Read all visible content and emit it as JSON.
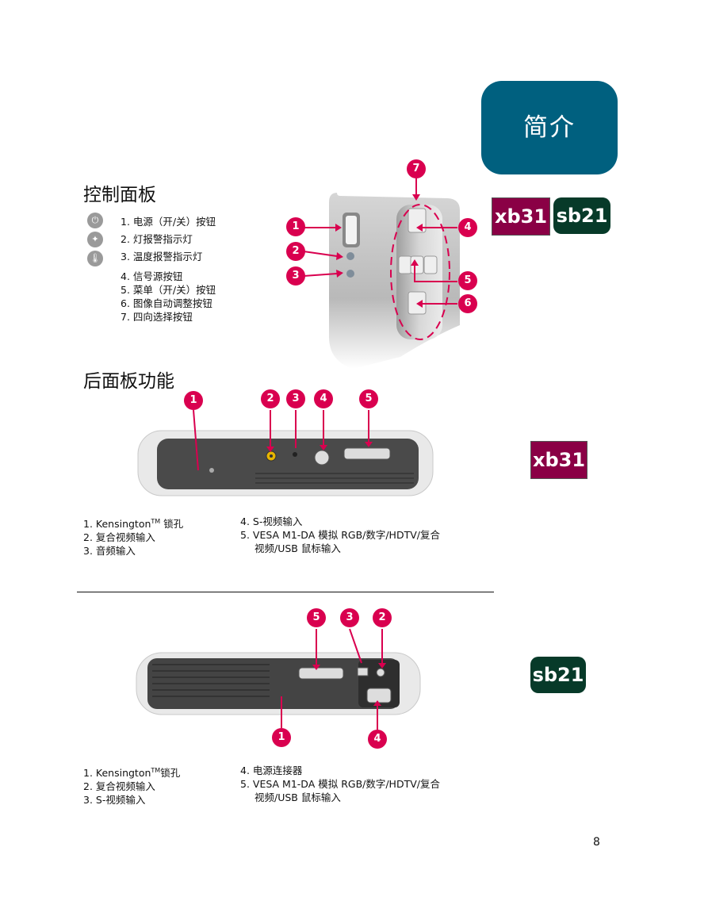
{
  "header": {
    "tab_title": "简介"
  },
  "badges": {
    "xb": "xb31",
    "sb": "sb21"
  },
  "control_panel": {
    "title": "控制面板",
    "icons": [
      "power-icon",
      "lamp-warning-icon",
      "temperature-warning-icon"
    ],
    "items": [
      "1. 电源（开/关）按钮",
      "2. 灯报警指示灯",
      "3. 温度报警指示灯",
      "4. 信号源按钮",
      "5. 菜单（开/关）按钮",
      "6. 图像自动调整按钮",
      "7. 四向选择按钮"
    ],
    "callouts": [
      "1",
      "2",
      "3",
      "4",
      "5",
      "6",
      "7"
    ]
  },
  "rear_panel": {
    "title": "后面板功能",
    "xb31": {
      "callouts": [
        "1",
        "2",
        "3",
        "4",
        "5"
      ],
      "left": [
        "1. Kensington",
        "2. 复合视频输入",
        "3. 音频输入"
      ],
      "tm": "TM",
      "left1_suffix": " 锁孔",
      "right": [
        "4. S-视频输入",
        "5. VESA M1-DA 模拟 RGB/数字/HDTV/复合",
        "视频/USB 鼠标输入"
      ]
    },
    "sb21": {
      "callouts": [
        "5",
        "3",
        "2",
        "1",
        "4"
      ],
      "left": [
        "1. Kensington",
        "2. 复合视频输入",
        "3. S-视频输入"
      ],
      "tm": "TM",
      "left1_suffix": "锁孔",
      "right": [
        "4. 电源连接器",
        "5. VESA M1-DA 模拟 RGB/数字/HDTV/复合",
        "视频/USB 鼠标输入"
      ]
    }
  },
  "footer": {
    "page_number": "8"
  },
  "colors": {
    "tab": "#00607f",
    "xb_badge": "#8a0045",
    "sb_badge": "#073a29",
    "callout": "#d9004f"
  }
}
